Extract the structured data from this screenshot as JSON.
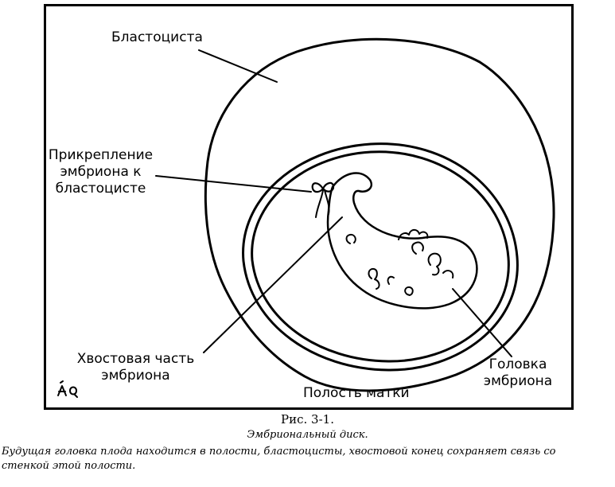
{
  "labels": {
    "blastocyst": "Бластоциста",
    "attachment": "Прикрепление\nэмбриона к\nбластоцисте",
    "tail": "Хвостовая часть\nэмбриона",
    "head": "Головка\nэмбриона",
    "cavity": "Полость матки",
    "signature": "ÀQ"
  },
  "caption": {
    "number": "Рис. 3-1.",
    "title": "Эмбриональный диск.",
    "description": "Будущая головка плода находится в полости, бластоцисты, хвостовой конец сохраняет связь со\nстенкой этой полости."
  }
}
